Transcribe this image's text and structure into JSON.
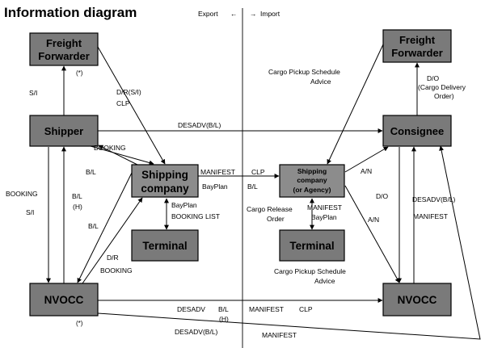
{
  "title": "Information diagram",
  "legend": {
    "export": "Export",
    "import": "Import",
    "left_arrow": "←",
    "right_arrow": "→"
  },
  "nodes": {
    "freight_left": [
      "Freight",
      "Forwarder"
    ],
    "freight_left_note": "(*)",
    "shipper": "Shipper",
    "shipping_company": [
      "Shipping",
      "company"
    ],
    "terminal_left": "Terminal",
    "nvocc_left": "NVOCC",
    "nvocc_left_note": "(*)",
    "freight_right": [
      "Freight",
      "Forwarder"
    ],
    "consignee": "Consignee",
    "shipping_agency": [
      "Shipping",
      "company",
      "(or Agency)"
    ],
    "terminal_right": "Terminal",
    "nvocc_right": "NVOCC"
  },
  "labels": {
    "si_top": "S/I",
    "dr_si": "D/R(S/I)",
    "clp_left": "CLP",
    "desadv_bl_top": "DESADV(B/L)",
    "booking_shipper": "BOOKING",
    "bl_shipper": "B/L",
    "booking_vertical": "BOOKING",
    "si_vertical": "S/I",
    "bl_h": "B/L",
    "bl_h2": "(H)",
    "bl_nvocc": "B/L",
    "dr_nvocc": "D/R",
    "booking_nvocc": "BOOKING",
    "manifest_mid": "MANIFEST",
    "clp_mid": "CLP",
    "bayplan_mid": "BayPlan",
    "bl_mid": "B/L",
    "bayplan_terminal": "BayPlan",
    "booking_list": "BOOKING LIST",
    "cargo_pickup_top": [
      "Cargo  Pickup  Schedule",
      "Advice"
    ],
    "do_right": "D/O",
    "cargo_delivery_order": [
      "(Cargo Delivery",
      "Order)"
    ],
    "an_top": "A/N",
    "an_bottom": "A/N",
    "do_mid": "D/O",
    "desadv_bl_right": "DESADV(B/L)",
    "manifest_right": "MANIFEST",
    "cargo_release": [
      "Cargo  Release",
      "Order"
    ],
    "manifest_bayplan": [
      "MANIFEST",
      "BayPlan"
    ],
    "cargo_pickup_bottom": [
      "Cargo  Pickup  Schedule",
      "Advice"
    ],
    "desadv_bottom": "DESADV",
    "bl_bottom": "B/L",
    "h_bottom": "(H)",
    "manifest_bottom": "MANIFEST",
    "clp_bottom": "CLP",
    "desadv_bl_lowest": "DESADV(B/L)",
    "manifest_lowest": "MANIFEST"
  }
}
